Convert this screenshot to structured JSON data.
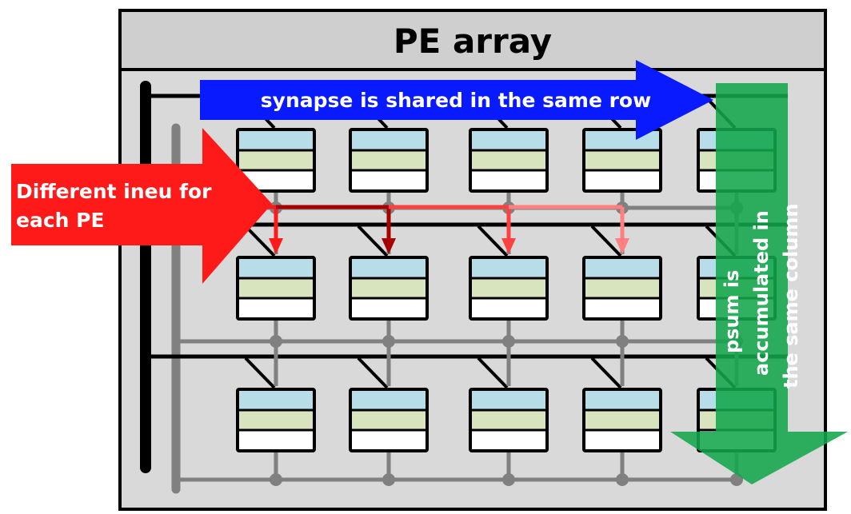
{
  "title": "PE array",
  "labels": {
    "synapse_arrow": "synapse is shared in the same row",
    "ineu_arrow_line1": "Different ineu for",
    "ineu_arrow_line2": "each PE",
    "psum_arrow_line1": "psum is",
    "psum_arrow_line2": "accumulated in",
    "psum_arrow_line3": "the same column"
  },
  "grid": {
    "rows": 3,
    "columns": 5
  },
  "colors": {
    "frame_background": "#d9d9d9",
    "title_background": "#cfcfcf",
    "pe_top_band": "#b7dde8",
    "pe_middle_band": "#d7e4bd",
    "pe_bottom_band": "#ffffff",
    "synapse_arrow": "#0a1aff",
    "ineu_arrow": "#ff1a1a",
    "psum_arrow": "#12a64b",
    "ineu_branch_colors": [
      "#ff1a1a",
      "#a60000",
      "#ff4040",
      "#ff8080"
    ],
    "bus_black": "#000000",
    "bus_gray": "#808080"
  }
}
